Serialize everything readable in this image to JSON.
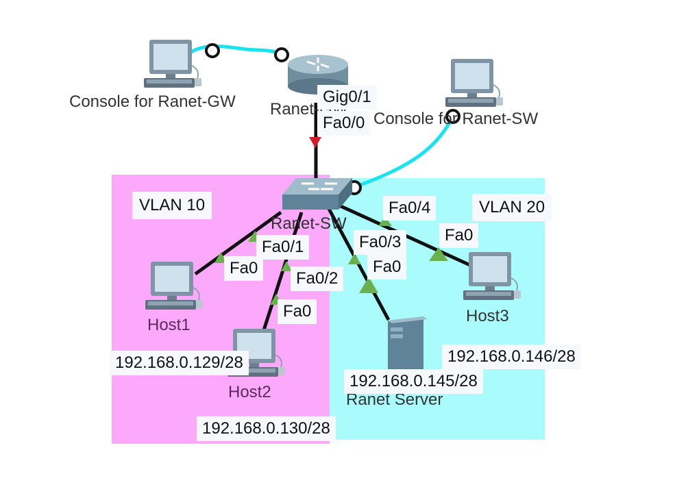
{
  "vlans": {
    "vlan10": {
      "label": "VLAN 10",
      "color": "#fca9fc"
    },
    "vlan20": {
      "label": "VLAN 20",
      "color": "#aafbfb"
    }
  },
  "devices": {
    "console_gw": {
      "name": "Console for Ranet-GW",
      "icon": "pc-icon"
    },
    "router": {
      "name": "Ranet-GW",
      "icon": "router-icon"
    },
    "console_sw": {
      "name": "Console for Ranet-SW",
      "icon": "pc-icon"
    },
    "switch": {
      "name": "Ranet-SW",
      "icon": "switch-icon"
    },
    "host1": {
      "name": "Host1",
      "icon": "pc-icon",
      "ip": "192.168.0.129/28"
    },
    "host2": {
      "name": "Host2",
      "icon": "pc-icon",
      "ip": "192.168.0.130/28"
    },
    "host3": {
      "name": "Host3",
      "icon": "pc-icon",
      "ip": "192.168.0.146/28"
    },
    "server": {
      "name": "Ranet Server",
      "icon": "server-icon",
      "ip": "192.168.0.145/28"
    }
  },
  "ports": {
    "router_gig": "Gig0/1",
    "switch_uplink": "Fa0/0",
    "switch_host1": "Fa0/1",
    "host1_nic": "Fa0",
    "switch_host2": "Fa0/2",
    "host2_nic": "Fa0",
    "switch_server": "Fa0/3",
    "server_nic": "Fa0",
    "switch_host3": "Fa0/4",
    "host3_nic": "Fa0"
  },
  "colors": {
    "console_cable": "#18e4f0",
    "ethernet_cable": "#111111",
    "link_up": "#6ab04c",
    "link_down": "#d01e2a"
  }
}
